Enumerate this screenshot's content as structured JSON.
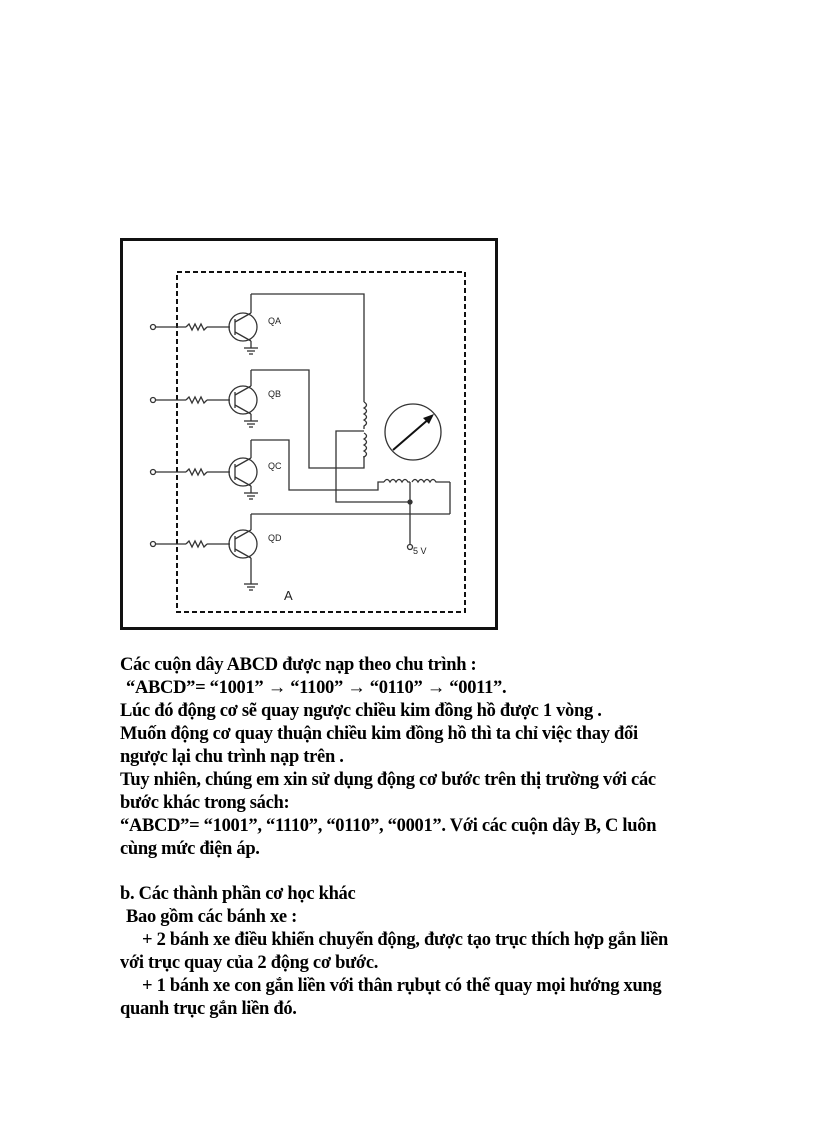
{
  "figure": {
    "transistors": [
      {
        "label": "QA"
      },
      {
        "label": "QB"
      },
      {
        "label": "QC"
      },
      {
        "label": "QD"
      }
    ],
    "supply_label": "5 V",
    "block_label": "A"
  },
  "text": {
    "p1_line1": "Các cuộn dây ABCD được nạp theo chu trình :",
    "p1_line2": "“ABCD”= “1001” → “1100” → “0110” → “0011”.",
    "p2_line1": "Lúc đó động cơ sẽ quay ngược chiều kim đồng hồ được 1 vòng .",
    "p3_line1": "Muốn động cơ quay thuận chiều kim đồng hồ thì ta chỉ việc thay đổi",
    "p3_line2": "ngược lại chu trình nạp trên .",
    "p4_line1": "Tuy nhiên, chúng em xin sử dụng động cơ bước trên thị trường với các",
    "p4_line2": "bước khác trong sách:",
    "p5_line1": "“ABCD”= “1001”, “1110”, “0110”, “0001”. Với các cuộn dây B, C luôn",
    "p5_line2": "cùng mức điện áp.",
    "section_b_title": "b. Các thành phần cơ học khác",
    "section_b_intro": "Bao gồm các bánh xe :",
    "item1_line1": "+ 2 bánh xe điều khiển chuyển động, được tạo trục thích hợp gắn liền",
    "item1_line2": "với trục quay của 2 động cơ bước.",
    "item2_line1": "+ 1 bánh xe con gắn liền với thân rụbụt có thể quay mọi hướng xung",
    "item2_line2": "quanh trục gắn liền đó."
  }
}
